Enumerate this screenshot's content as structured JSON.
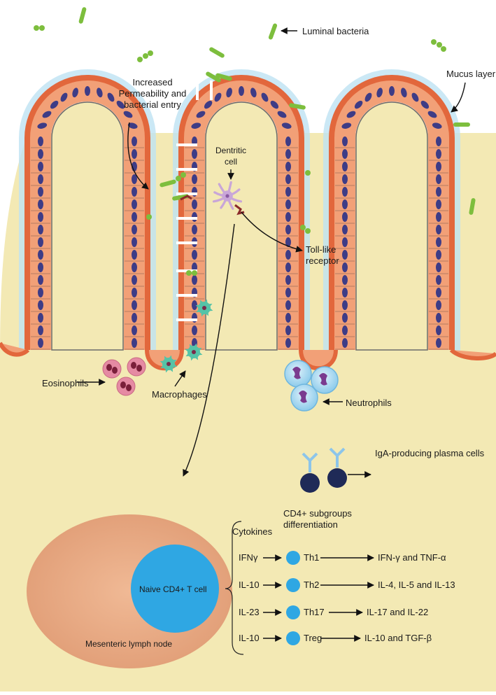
{
  "colors": {
    "lamina": "#F3E9B4",
    "epithelium": "#F2A077",
    "epithelium_dark": "#E2673C",
    "nucleus": "#3E3C86",
    "mucus": "#BEE2F2",
    "bacteria": "#7DBE3D",
    "lymph_node": "#E5A982",
    "naive_t_cell": "#2FA7E3",
    "dendritic": "#C9A6D8",
    "eosinophil": "#E58AA3",
    "macrophage": "#55C3A7",
    "neutrophil": "#9FD3EF",
    "plasma_cell": "#1F2A57",
    "antibody": "#8CC5EA"
  },
  "icons": [
    "bacteria-icon",
    "dendritic-cell-icon",
    "toll-like-receptor-icon",
    "eosinophil-icon",
    "macrophage-icon",
    "neutrophil-icon",
    "plasma-cell-icon",
    "iga-antibody-icon",
    "t-cell-icon"
  ],
  "labels": {
    "luminal_bacteria": "Luminal bacteria",
    "mucus_layer": "Mucus layer",
    "permeability_1": "Increased",
    "permeability_2": "Permeability and",
    "permeability_3": "bacterial entry",
    "dendritic_1": "Dentritic",
    "dendritic_2": "cell",
    "tlr_1": "Toll-like",
    "tlr_2": "receptor",
    "eosinophils": "Eosinophils",
    "macrophages": "Macrophages",
    "neutrophils": "Neutrophils",
    "plasma": "IgA-producing plasma cells",
    "naive": "Naive CD4+ T cell",
    "lymph_node": "Mesenteric lymph node",
    "cytokines": "Cytokines",
    "cd4_1": "CD4+ subgroups",
    "cd4_2": "differentiation"
  },
  "rows": [
    {
      "cytokine": "IFNγ",
      "subset": "Th1",
      "output": "IFN-γ and TNF-α"
    },
    {
      "cytokine": "IL-10",
      "subset": "Th2",
      "output": "IL-4, IL-5 and IL-13"
    },
    {
      "cytokine": "IL-23",
      "subset": "Th17",
      "output": "IL-17 and IL-22"
    },
    {
      "cytokine": "IL-10",
      "subset": "Treg",
      "output": "IL-10 and TGF-β"
    }
  ]
}
